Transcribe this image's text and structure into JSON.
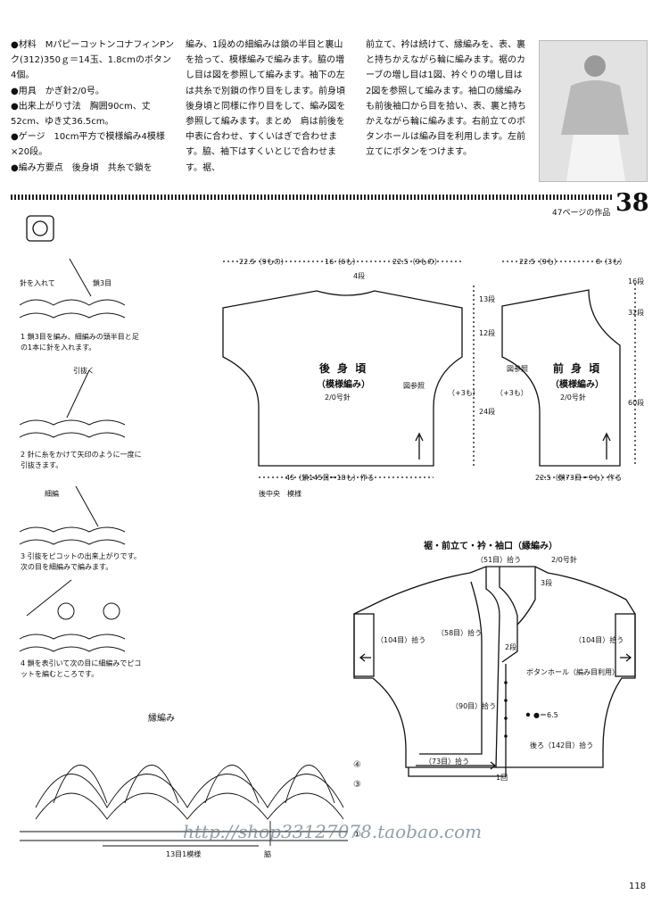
{
  "intro": {
    "col1": "●材料　MパピーコットンコナフィンPンク(312)350ｇ＝14玉、1.8cmのボタン4個。\n●用具　かぎ針2/0号。\n●出来上がり寸法　胸囲90cm、丈52cm、ゆき丈36.5cm。\n●ゲージ　10cm平方で模様編み4模様×20段。\n●編み方要点　後身頃　共糸で鎖を",
    "col2": "編み、1段めの細編みは鎖の半目と裏山を拾って、模様編みで編みます。脇の増し目は図を参照して編みます。袖下の左は共糸で別鎖の作り目をします。前身頃　後身頃と同様に作り目をして、編み図を参照して編みます。まとめ　肩は前後を中表に合わせ、すくいはぎで合わせます。脇、袖下はすくいとじで合わせます。裾、",
    "col3": "前立て、衿は続けて、縁編みを、表、裏と持ちかえながら輪に編みます。裾のカーブの増し目は1図、衿ぐりの増し目は2図を参照して編みます。袖口の縁編みも前後袖口から目を拾い、表、裏と持ちかえながら輪に編みます。右前立てのボタンホールは編み目を利用します。左前立てにボタンをつけます。"
  },
  "header": {
    "pattern_number": "38",
    "reference": "47ページの作品"
  },
  "steps": {
    "label_hari": "針を入れて",
    "label_kusari": "鎖3目",
    "label_hikinuku": "引抜く",
    "label_picot": "細編",
    "s1": "1 鎖3目を編み、細編みの頭半目と足の1本に針を入れます。",
    "s2": "2 針に糸をかけて矢印のように一度に引抜きます。",
    "s3": "3 引抜をピコットの出来上がりです。次の目を細編みで編みます。",
    "s4": "4 鎖を表引いて次の目に細編みでピコットを編むところです。"
  },
  "schematic": {
    "back_title": "後 身 頃",
    "back_sub": "（模様編み）",
    "back_hook": "2/0号針",
    "front_title": "前 身 頃",
    "front_sub": "（模様編み）",
    "front_hook": "2/0号針",
    "dim_back_shoulder_l": "22.5（9もの）",
    "dim_back_neck": "16（6も）",
    "dim_back_shoulder_r": "22.5（9もの）",
    "dim_front_shoulder": "22.5（9も）",
    "dim_front_neck": "8（3も）",
    "dim_neck_depth": "4段",
    "dim_back_width": "45（鎖145目＝18も）作る",
    "dim_front_width": "22.5（鎖73目＝9も）作る",
    "dim_side_a": "13段",
    "dim_side_b": "12段",
    "dim_side_c": "24段",
    "dim_front_a": "16段",
    "dim_front_b": "32段",
    "dim_front_c": "60段",
    "plus_back": "（+3も）",
    "plus_front": "（+3も）",
    "ref_back": "図参照",
    "ref_front": "図参照",
    "back_center": "後中央　模様"
  },
  "edging_diagram": {
    "title": "裾・前立て・衿・袖口（縁編み）",
    "label_neck": "（51目）拾う",
    "label_hook": "2/0号針",
    "label_collar": "3段",
    "label_front_upper": "（58目）拾う",
    "label_sleeve_l": "（104目）拾う",
    "label_sleeve_r": "（104目）拾う",
    "label_buttonhole": "ボタンホール（編み目利用）",
    "label_front_lower": "（90目）拾う",
    "label_button": "●＝6.5",
    "label_hem_front": "（73目）拾う",
    "label_hem_back": "後ろ（142目）拾う",
    "label_rows": "1回",
    "label_collar_rows": "2段"
  },
  "chart": {
    "title": "縁編み",
    "repeat": "13目1模様",
    "side": "脇",
    "row_marks": [
      "④",
      "③",
      "①"
    ]
  },
  "watermark": "http://shop33127078.taobao.com",
  "page_number": "118"
}
